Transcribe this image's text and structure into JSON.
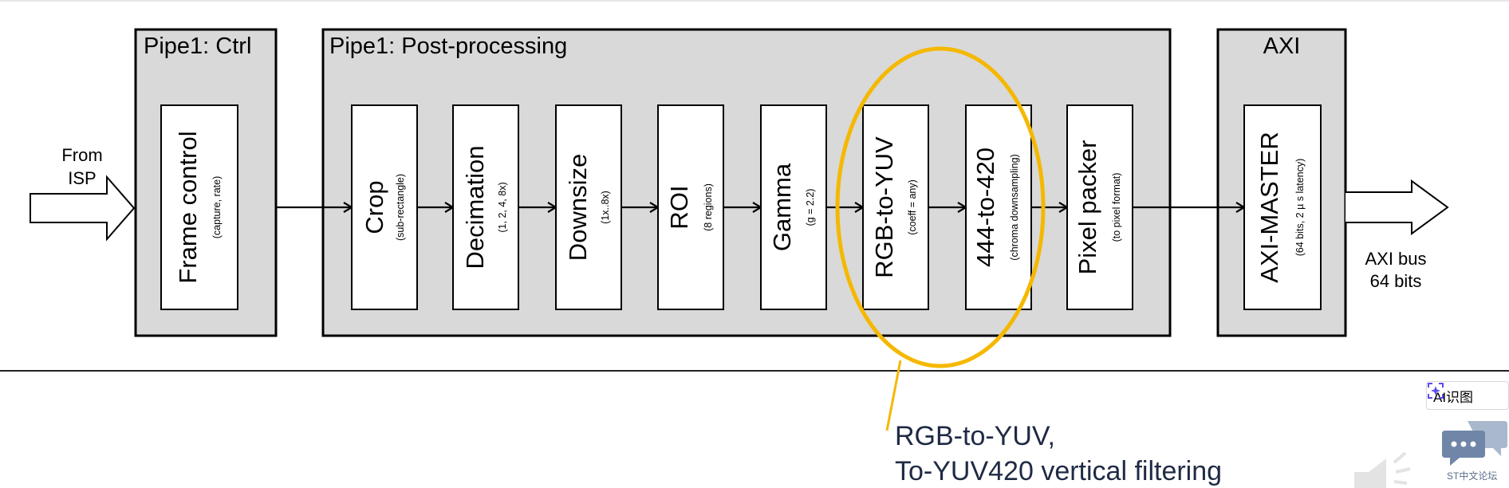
{
  "diagram": {
    "input": {
      "line1": "From",
      "line2": "ISP"
    },
    "output": {
      "line1": "AXI bus",
      "line2": "64 bits"
    },
    "groups": [
      {
        "title": "Pipe1: Ctrl"
      },
      {
        "title": "Pipe1: Post-processing"
      },
      {
        "title": "AXI"
      }
    ],
    "stages": [
      {
        "name": "Frame control",
        "sub": "(capture, rate)"
      },
      {
        "name": "Crop",
        "sub": "(sub-rectangle)"
      },
      {
        "name": "Decimation",
        "sub": "(1, 2, 4, 8x)"
      },
      {
        "name": "Downsize",
        "sub": "(1x..8x)"
      },
      {
        "name": "ROI",
        "sub": "(8 regions)"
      },
      {
        "name": "Gamma",
        "sub": "(g = 2.2)"
      },
      {
        "name": "RGB-to-YUV",
        "sub": "(coeff = any)"
      },
      {
        "name": "444-to-420",
        "sub": "(chroma downsampling)"
      },
      {
        "name": "Pixel packer",
        "sub": "(to pixel format)"
      },
      {
        "name": "AXI-MASTER",
        "sub": "(64 bits, 2 µ s latency)"
      }
    ],
    "highlight_color": "#f5b800",
    "callout": {
      "line1": "RGB-to-YUV,",
      "line2": "To-YUV420 vertical filtering"
    }
  },
  "overlay": {
    "ai_button_label": "AI识图",
    "forum_label": "ST中文论坛"
  }
}
